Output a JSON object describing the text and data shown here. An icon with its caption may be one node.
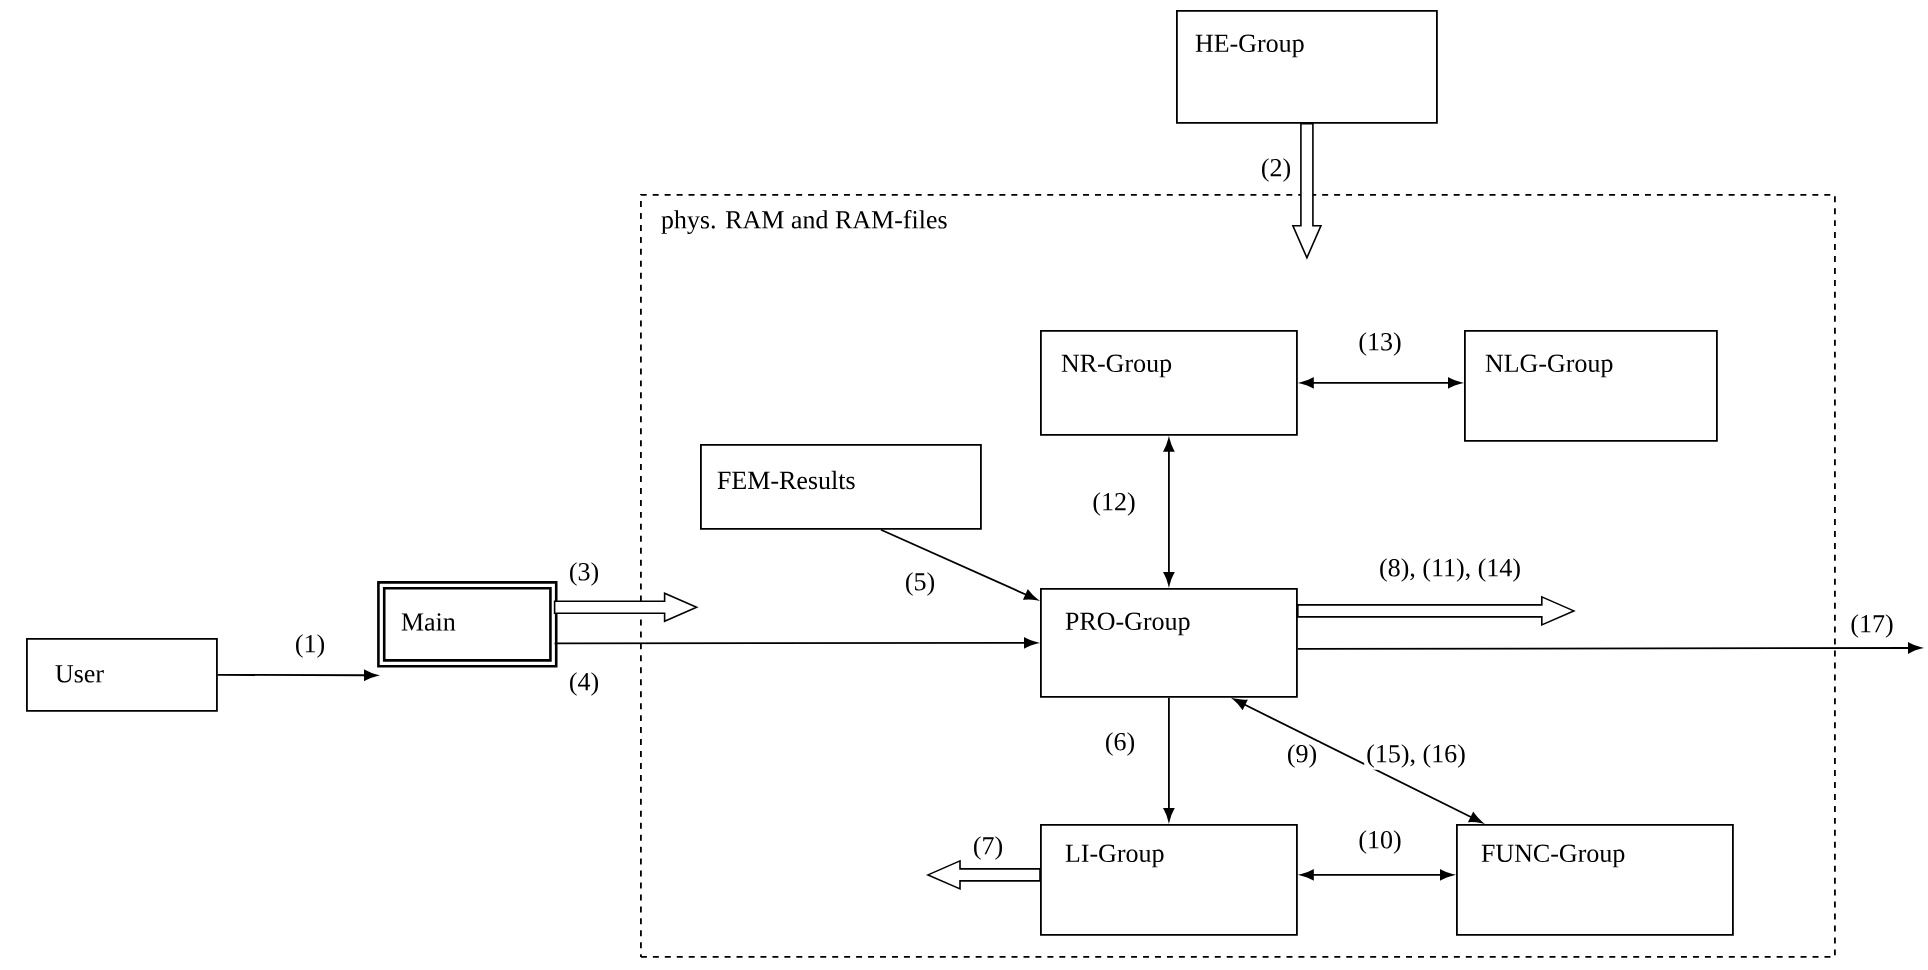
{
  "diagram": {
    "nodes": [
      {
        "text": [
          "User"
        ]
      },
      {
        "text": [
          "Main"
        ]
      },
      {
        "text": [
          "HE-Group"
        ]
      },
      {
        "text": [
          "phys. RAM and RAM-files"
        ]
      },
      {
        "text": [
          "NR-Group"
        ],
        "in": 3
      },
      {
        "text": [
          "NLG-Group"
        ],
        "in": 3
      },
      {
        "text": [
          "FEM-Results"
        ],
        "in": 3
      },
      {
        "text": [
          "PRO-Group"
        ],
        "in": 3
      },
      {
        "text": [
          "LI-Group"
        ],
        "in": 3
      },
      {
        "text": [
          "FUNC-Group"
        ],
        "in": 3
      }
    ],
    "edges": [
      {
        "from": 0,
        "to": 1,
        "arrow": "to",
        "label": "(1)"
      },
      {
        "from": 2,
        "to": null,
        "arrow": "to",
        "label": "(2)",
        "style": "thick"
      },
      {
        "from": 1,
        "to": null,
        "arrow": "to",
        "label": "(3)",
        "style": "thick"
      },
      {
        "from": 1,
        "to": 7,
        "arrow": "to",
        "label": "(4)"
      },
      {
        "from": 6,
        "to": 7,
        "arrow": "to",
        "label": "(5)"
      },
      {
        "from": 4,
        "to": 7,
        "arrow": "both",
        "label": "(12)"
      },
      {
        "from": 4,
        "to": 5,
        "arrow": "both",
        "label": "(13)"
      },
      {
        "from": 7,
        "to": 8,
        "arrow": "to",
        "label": "(6)"
      },
      {
        "from": 8,
        "to": null,
        "arrow": "to",
        "label": "(7)",
        "style": "thick"
      },
      {
        "from": 7,
        "to": null,
        "arrow": "to",
        "label": "(8), (11), (14)",
        "style": "thick"
      },
      {
        "from": 7,
        "to": null,
        "arrow": "to",
        "label": "(17)"
      },
      {
        "from": 7,
        "to": 9,
        "arrow": "both",
        "label": "(9)"
      },
      {
        "from": 8,
        "to": 9,
        "arrow": "both",
        "label": "(10)"
      }
    ],
    "labels": [
      "(15), (16)"
    ]
  }
}
